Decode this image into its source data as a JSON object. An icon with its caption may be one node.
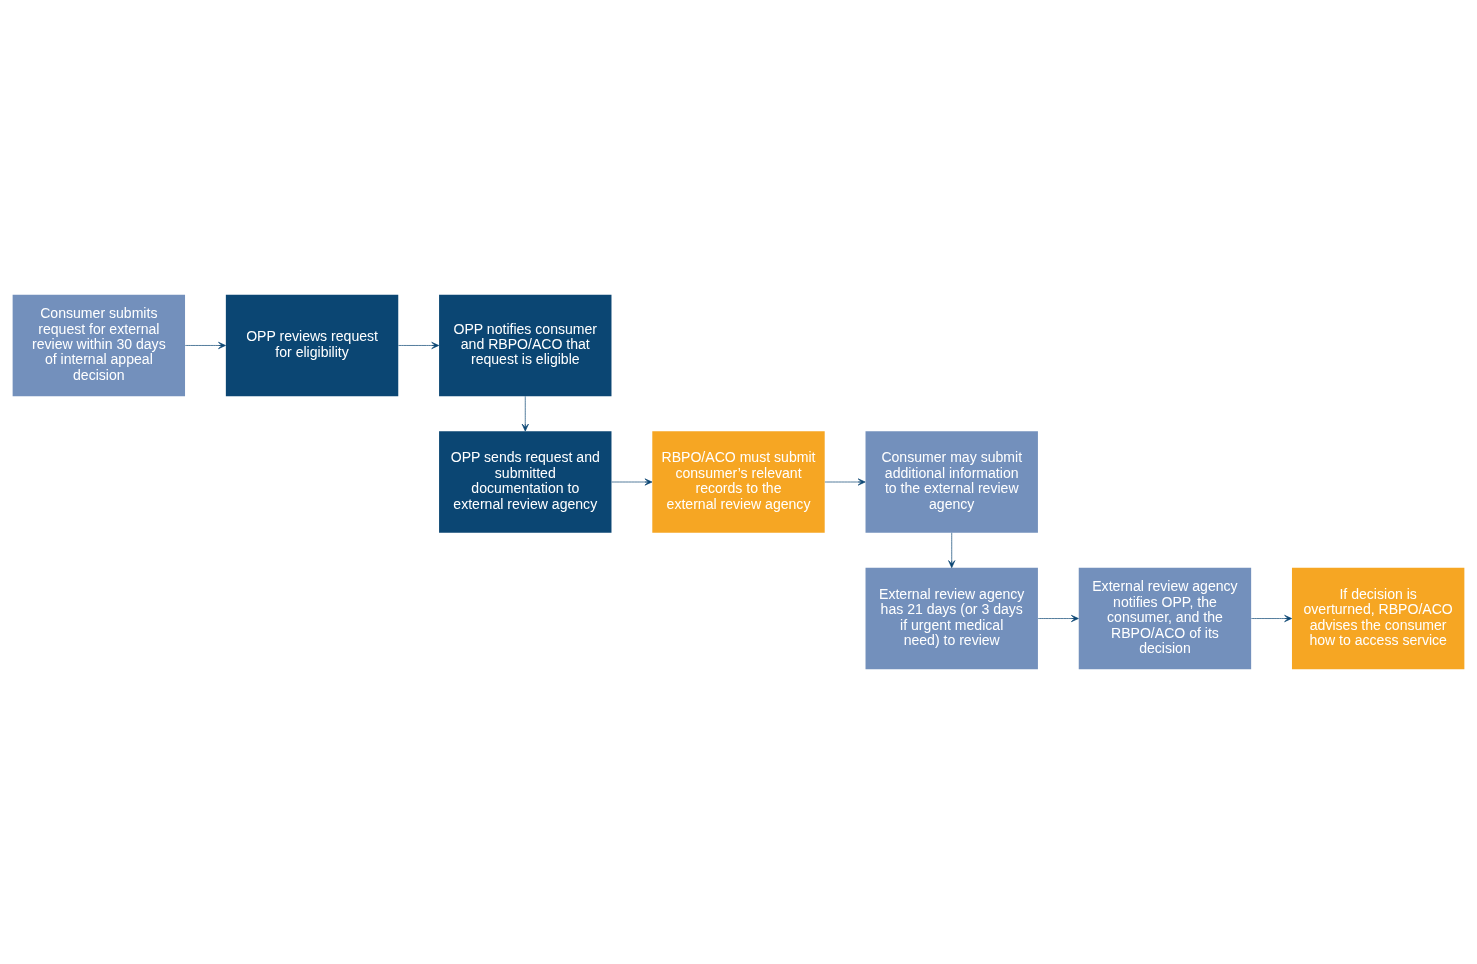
{
  "diagram": {
    "nodes": [
      {
        "text": [
          "Consumer submits request for external review within 30 days of internal appeal decision"
        ]
      },
      {
        "text": [
          "OPP reviews request for eligibility"
        ]
      },
      {
        "text": [
          "OPP notifies consumer and RBPO/ACO that request is eligible"
        ]
      },
      {
        "text": [
          "OPP sends request and submitted documentation to external review agency"
        ]
      },
      {
        "text": [
          "RBPO/ACO must submit consumer’s relevant records to the external review agency"
        ]
      },
      {
        "text": [
          "Consumer may submit additional information to the external review agency"
        ]
      },
      {
        "text": [
          "External review agency has 21 days (or 3 days if urgent medical need) to review"
        ]
      },
      {
        "text": [
          "External review agency notifies OPP, the consumer, and the RBPO/ACO of its decision"
        ]
      },
      {
        "text": [
          "If decision is overturned, RBPO/ACO advises the consumer how to access service"
        ]
      }
    ],
    "edges": [
      {
        "from": 0,
        "to": 1,
        "arrow": "to"
      },
      {
        "from": 1,
        "to": 2,
        "arrow": "to"
      },
      {
        "from": 2,
        "to": 3,
        "arrow": "to"
      },
      {
        "from": 3,
        "to": 4,
        "arrow": "to"
      },
      {
        "from": 4,
        "to": 5,
        "arrow": "to"
      },
      {
        "from": 5,
        "to": 6,
        "arrow": "to"
      },
      {
        "from": 6,
        "to": 7,
        "arrow": "to"
      },
      {
        "from": 7,
        "to": 8,
        "arrow": "to"
      }
    ]
  }
}
